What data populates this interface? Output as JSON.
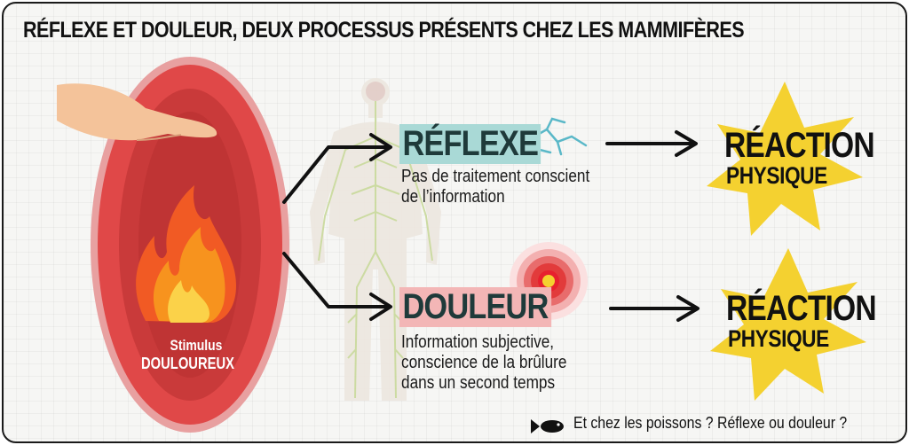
{
  "title": "RÉFLEXE ET DOULEUR, DEUX PROCESSUS PRÉSENTS CHEZ LES MAMMIFÈRES",
  "stimulus": {
    "line1": "Stimulus",
    "line2": "DOULOUREUX"
  },
  "reflexe": {
    "heading": "RÉFLEXE",
    "desc": [
      "Pas de traitement conscient",
      "de l’information"
    ],
    "highlight_color": "#a9d9d6"
  },
  "douleur": {
    "heading": "DOULEUR",
    "desc": [
      "Information subjective,",
      "conscience de la brûlure",
      "dans un second temps"
    ],
    "highlight_color": "#f3b6b6"
  },
  "reaction": {
    "line1": "RÉACTION",
    "line2": "PHYSIQUE",
    "burst_color": "#f4d130"
  },
  "footer": {
    "icon": "fish-icon",
    "text": "Et chez les poissons ? Réflexe ou douleur ?"
  },
  "colors": {
    "oval_outer": "#e04848",
    "oval_inner": "#c93a3a",
    "nerve": "#c8d99a"
  }
}
